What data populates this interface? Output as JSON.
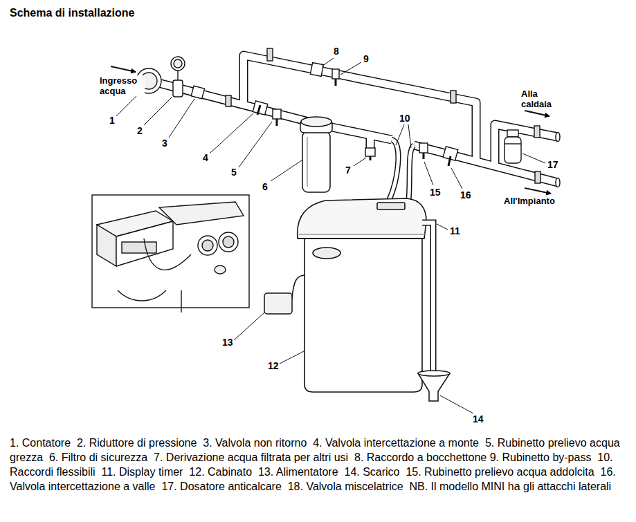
{
  "diagram": {
    "title": "Schema di installazione",
    "caption": "1. Contatore  2. Riduttore di pressione  3. Valvola non ritorno  4. Valvola intercettazione a monte  5. Rubinetto prelievo acqua grezza  6. Filtro di sicurezza  7. Derivazione acqua filtrata per altri usi  8. Raccordo a bocchettone 9. Rubinetto by-pass  10. Raccordi flessibili  11. Display timer  12. Cabinato  13. Alimentatore  14. Scarico  15. Rubinetto prelievo acqua addolcita  16. Valvola intercettazione a valle  17. Dosatore anticalcare  18. Valvola miscelatrice  NB. Il modello MINI ha gli attacchi laterali",
    "labels": [
      "Ingresso acqua",
      "Alla caldaia",
      "All'Impianto",
      "1",
      "2",
      "3",
      "4",
      "5",
      "6",
      "7",
      "8",
      "9",
      "10",
      "11",
      "12",
      "13",
      "14",
      "15",
      "16",
      "17"
    ]
  }
}
